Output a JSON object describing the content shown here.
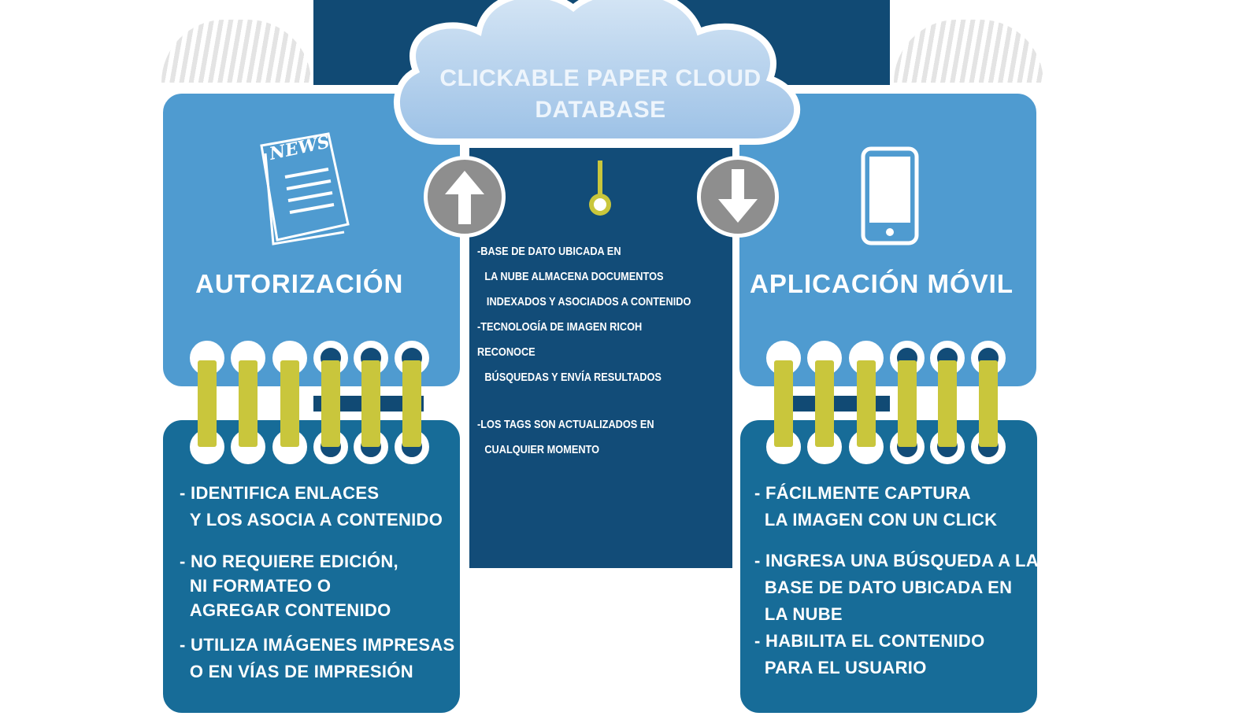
{
  "cloud": {
    "title_line1": "CLICKABLE PAPER CLOUD",
    "title_line2": "DATABASE"
  },
  "left": {
    "heading": "AUTORIZACIÓN",
    "icon": "newspaper-icon",
    "icon_label": "NEWS",
    "bullets": [
      [
        "IDENTIFICA ENLACES",
        "Y LOS ASOCIA A CONTENIDO"
      ],
      [
        "NO REQUIERE EDICIÓN,",
        "NI FORMATEO O",
        "AGREGAR CONTENIDO"
      ],
      [
        "UTILIZA IMÁGENES IMPRESAS",
        "O EN VÍAS DE IMPRESIÓN"
      ]
    ]
  },
  "right": {
    "heading": "APLICACIÓN MÓVIL",
    "icon": "smartphone-icon",
    "bullets": [
      [
        "FÁCILMENTE CAPTURA",
        "LA IMAGEN CON UN CLICK"
      ],
      [
        "INGRESA UNA BÚSQUEDA A LA",
        "BASE DE DATO UBICADA EN",
        "LA NUBE"
      ],
      [
        "HABILITA EL CONTENIDO",
        "PARA EL USUARIO"
      ]
    ]
  },
  "center": {
    "lines": [
      "-BASE DE DATO UBICADA EN",
      "LA NUBE ALMACENA DOCUMENTOS",
      "INDEXADOS Y ASOCIADOS A CONTENIDO",
      "-TECNOLOGÍA DE IMAGEN RICOH RECONOCE",
      "BÚSQUEDAS Y ENVÍA RESULTADOS",
      "-LOS TAGS SON ACTUALIZADOS EN",
      "CUALQUIER MOMENTO"
    ]
  },
  "colors": {
    "navy": "#114a74",
    "blue": "#4f9bd0",
    "teal": "#176c98",
    "yellow": "#c9c63c",
    "gray": "#8e8e8e"
  }
}
